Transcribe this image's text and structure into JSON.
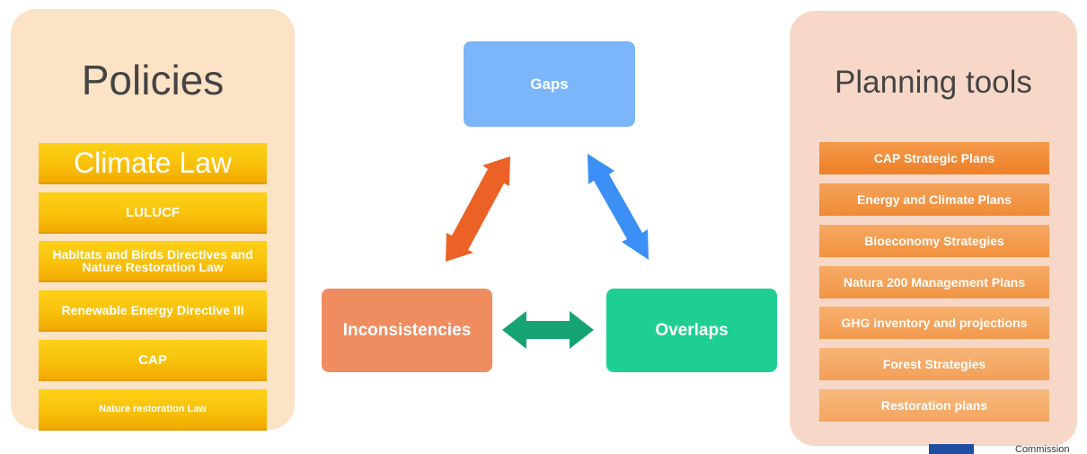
{
  "policies": {
    "title": "Policies",
    "items": [
      {
        "label": "Climate Law"
      },
      {
        "label": "LULUCF"
      },
      {
        "label": "Habitats and Birds Directives and Nature Restoration Law"
      },
      {
        "label": "Renewable Energy Directive III"
      },
      {
        "label": "CAP"
      },
      {
        "label": "Nature restoration Law"
      }
    ]
  },
  "planning_tools": {
    "title": "Planning tools",
    "items": [
      {
        "label": "CAP Strategic Plans"
      },
      {
        "label": "Energy and Climate Plans"
      },
      {
        "label": "Bioeconomy Strategies"
      },
      {
        "label": "Natura 200 Management Plans"
      },
      {
        "label": "GHG inventory and projections"
      },
      {
        "label": "Forest Strategies"
      },
      {
        "label": "Restoration plans"
      }
    ]
  },
  "diagram": {
    "gaps": "Gaps",
    "inconsistencies": "Inconsistencies",
    "overlaps": "Overlaps"
  },
  "footer": {
    "logo_text": "Commission"
  },
  "colors": {
    "policies_panel": "#fde3c5",
    "planning_panel": "#f7d8c8",
    "gaps_box": "#7ab6f9",
    "inconsistencies_box": "#ef8d60",
    "overlaps_box": "#1fcf91",
    "arrow_orange": "#ec6226",
    "arrow_blue": "#3b8ff5",
    "arrow_green": "#16a374",
    "policy_item": "#f9c10c",
    "tool_item": "#f08a35"
  }
}
